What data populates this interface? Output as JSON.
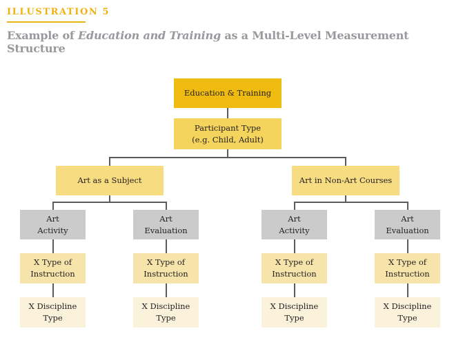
{
  "header": {
    "eyebrow": "ILLUSTRATION 5",
    "title_prefix": "Example of ",
    "title_italic": "Education and Training",
    "title_suffix": " as a Multi-Level Measurement Structure"
  },
  "colors": {
    "level1_gold": "#F0BB10",
    "level2_yellow": "#F5D45E",
    "level3_yellow": "#F7DC82",
    "level4_gray": "#CBCBCB",
    "level5_pale_yellow": "#F6E4AB",
    "level6_cream": "#FAF2DB",
    "connector_line": "#5A5A5A",
    "eyebrow_gold": "#EFB213",
    "title_gray": "#97999C",
    "node_text": "#221E1F"
  },
  "diagram": {
    "root": {
      "label": "Education & Training"
    },
    "participant": {
      "label": "Participant Type\n(e.g. Child, Adult)"
    },
    "branches": [
      {
        "label": "Art as a Subject",
        "children": [
          {
            "label": "Art\nActivity",
            "instruction": "X Type of\nInstruction",
            "discipline": "X Discipline\nType"
          },
          {
            "label": "Art\nEvaluation",
            "instruction": "X Type of\nInstruction",
            "discipline": "X Discipline\nType"
          }
        ]
      },
      {
        "label": "Art in Non-Art Courses",
        "children": [
          {
            "label": "Art\nActivity",
            "instruction": "X Type of\nInstruction",
            "discipline": "X Discipline\nType"
          },
          {
            "label": "Art\nEvaluation",
            "instruction": "X Type of\nInstruction",
            "discipline": "X Discipline\nType"
          }
        ]
      }
    ]
  }
}
